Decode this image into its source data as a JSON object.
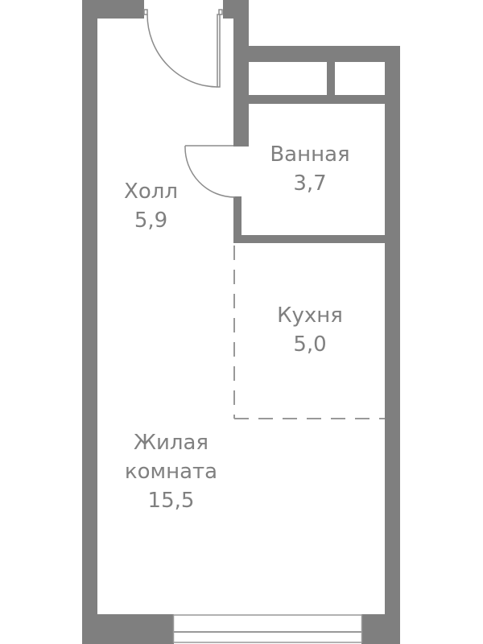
{
  "plan": {
    "wall_color": "#7f7f7f",
    "line_color": "#8c8c8c",
    "background": "#ffffff",
    "rooms": [
      {
        "id": "hall",
        "name": "Холл",
        "area": "5,9"
      },
      {
        "id": "bathroom",
        "name": "Ванная",
        "area": "3,7"
      },
      {
        "id": "kitchen",
        "name": "Кухня",
        "area": "5,0"
      },
      {
        "id": "living",
        "name_line1": "Жилая",
        "name_line2": "комната",
        "area": "15,5"
      }
    ]
  }
}
